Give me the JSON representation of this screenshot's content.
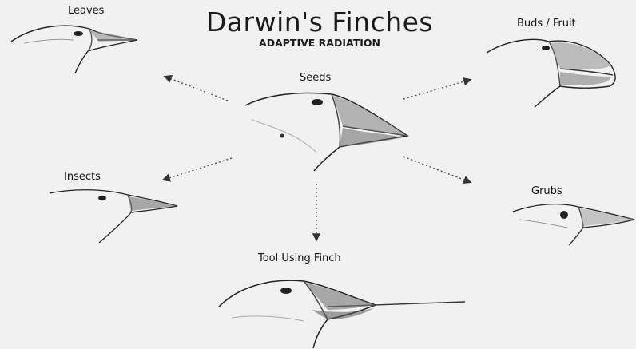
{
  "title": "Darwin's Finches",
  "subtitle": "ADAPTIVE RADIATION",
  "labels": {
    "leaves": "Leaves",
    "buds_fruit": "Buds / Fruit",
    "seeds": "Seeds",
    "insects": "Insects",
    "grubs": "Grubs",
    "tool_using": "Tool Using Finch"
  },
  "colors": {
    "background": "#f1f1f1",
    "ink": "#1a1a1a"
  }
}
